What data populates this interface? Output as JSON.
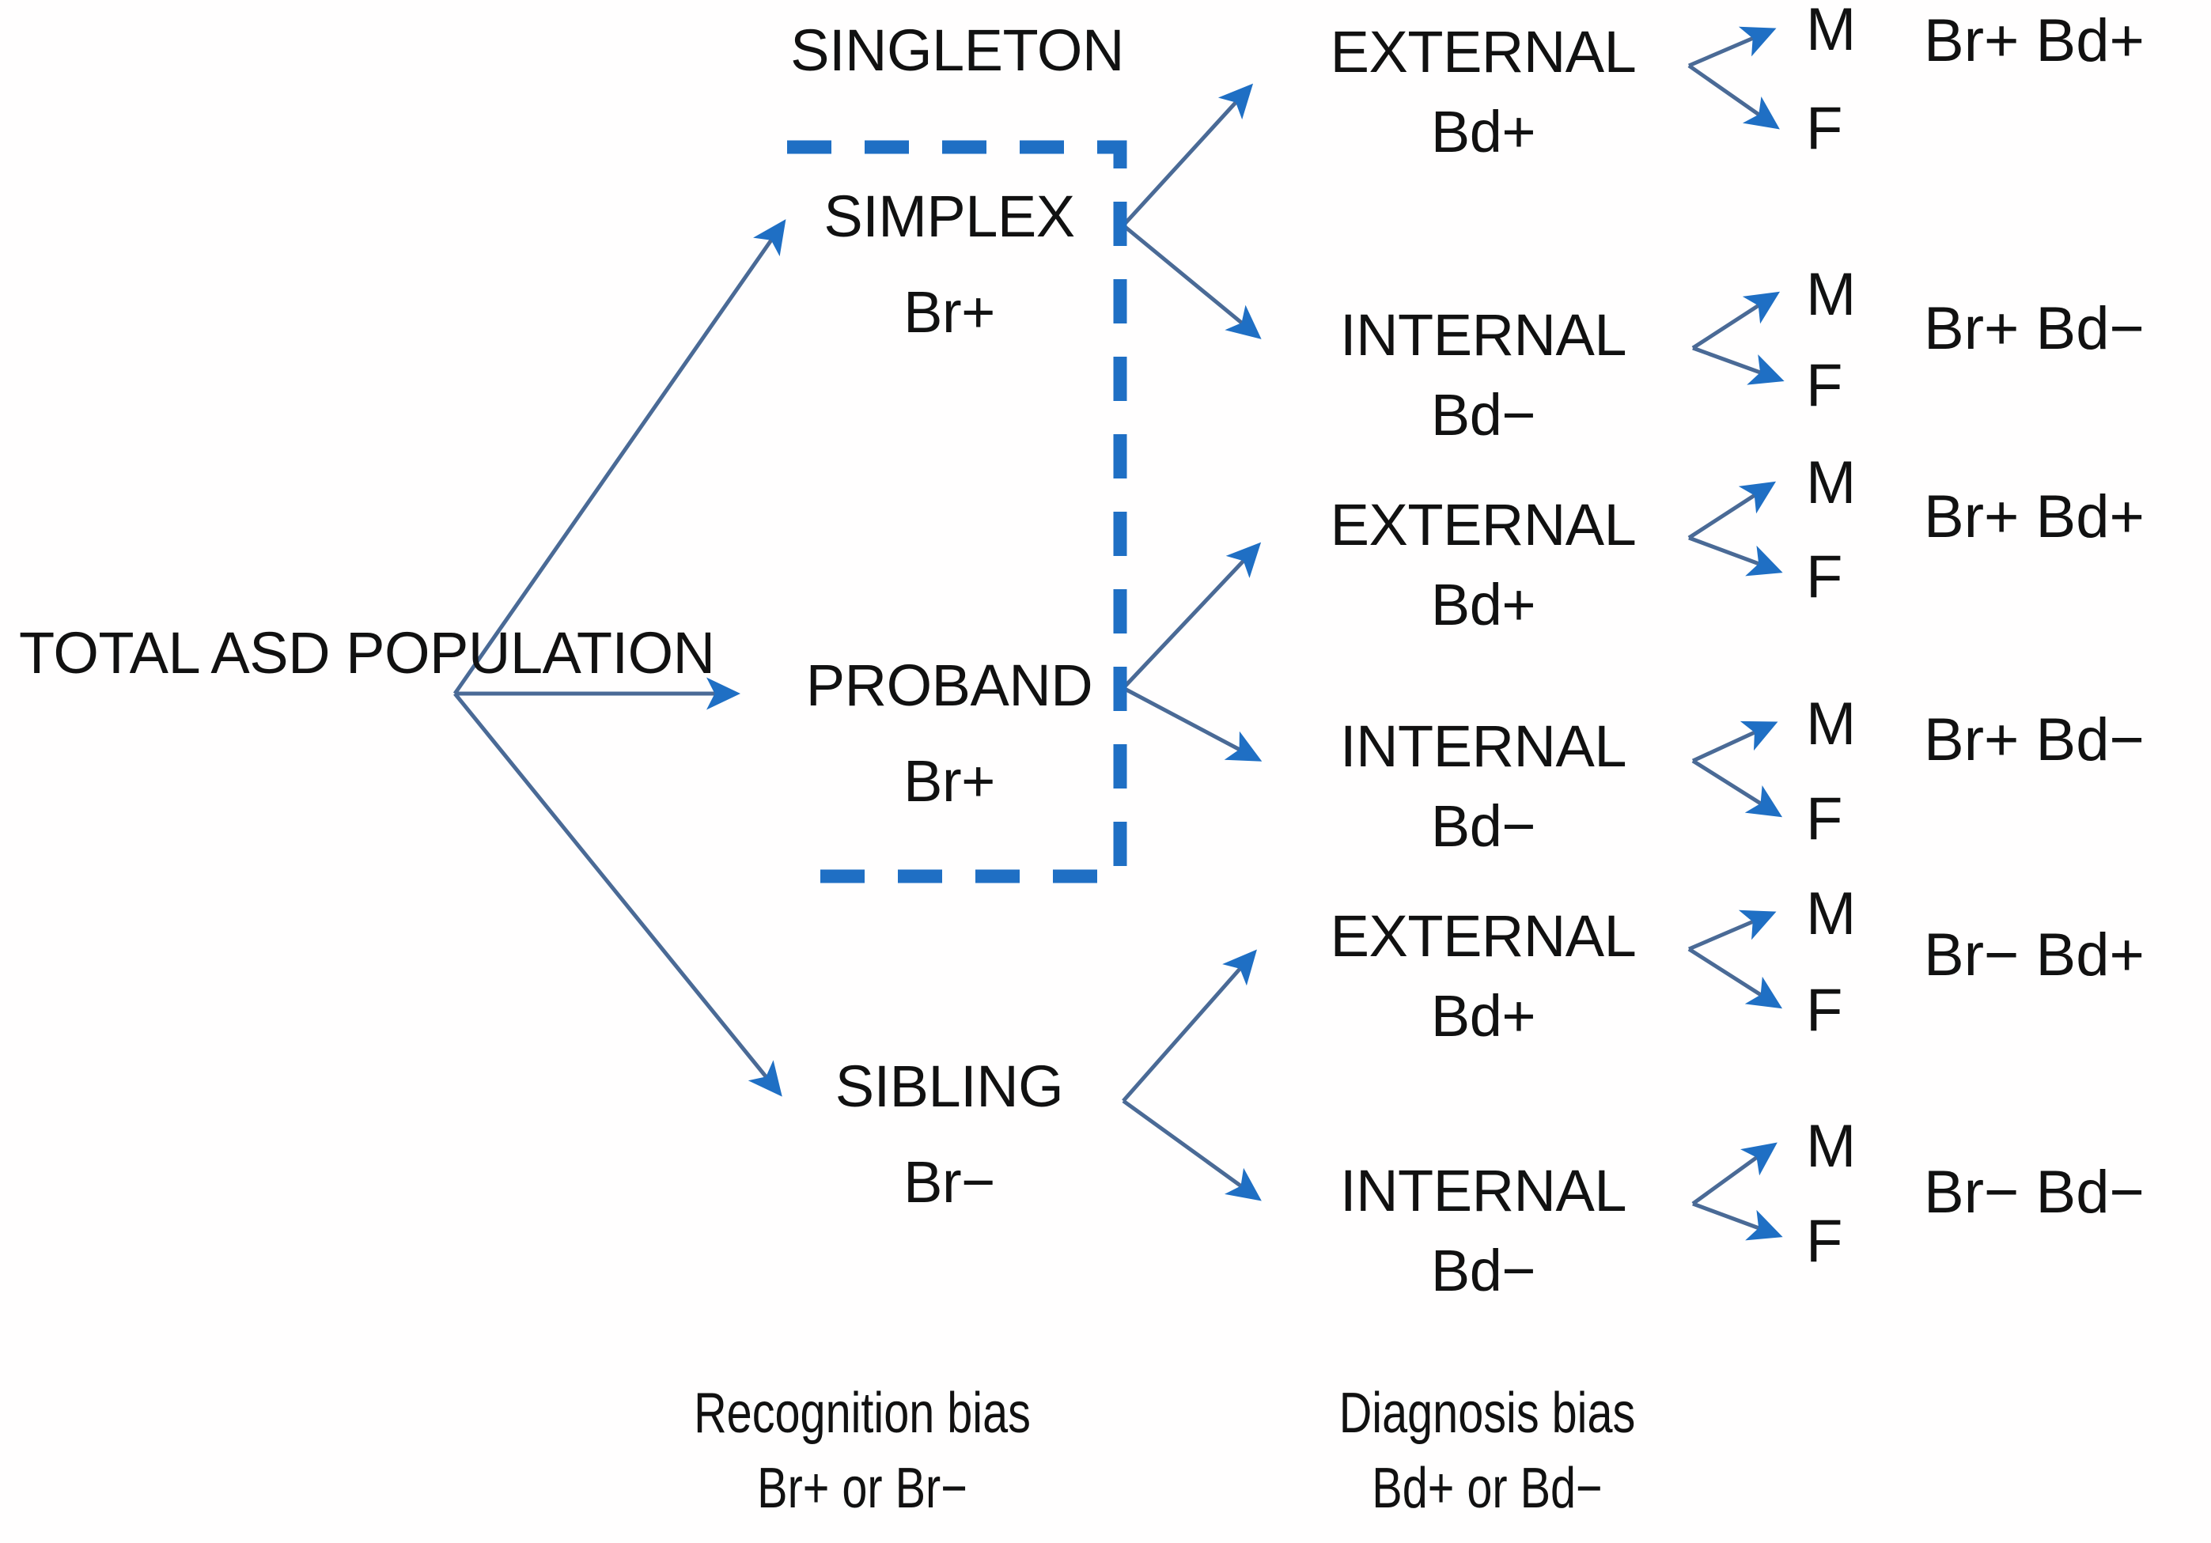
{
  "diagram": {
    "title": "ASD population recognition and diagnosis bias classification tree",
    "colors": {
      "arrow_line": "#4a6a96",
      "arrow_head": "#1f6fc4",
      "dashed_box": "#1f6fc4",
      "text": "#111111",
      "background": "#ffffff"
    },
    "root": {
      "line1": "TOTAL ASD",
      "line2": "POPULATION"
    },
    "group_label": "SINGLETON",
    "recognition_level": [
      {
        "name": "SIMPLEX",
        "marker": "Br+"
      },
      {
        "name": "PROBAND",
        "marker": "Br+"
      },
      {
        "name": "SIBLING",
        "marker": "Br−"
      }
    ],
    "diagnosis_level": [
      {
        "name": "EXTERNAL",
        "marker": "Bd+"
      },
      {
        "name": "INTERNAL",
        "marker": "Bd−"
      },
      {
        "name": "EXTERNAL",
        "marker": "Bd+"
      },
      {
        "name": "INTERNAL",
        "marker": "Bd−"
      },
      {
        "name": "EXTERNAL",
        "marker": "Bd+"
      },
      {
        "name": "INTERNAL",
        "marker": "Bd−"
      }
    ],
    "sex_pairs": [
      {
        "male": "M",
        "female": "F"
      },
      {
        "male": "M",
        "female": "F"
      },
      {
        "male": "M",
        "female": "F"
      },
      {
        "male": "M",
        "female": "F"
      },
      {
        "male": "M",
        "female": "F"
      },
      {
        "male": "M",
        "female": "F"
      }
    ],
    "outcomes": [
      "Br+ Bd+",
      "Br+ Bd−",
      "Br+ Bd+",
      "Br+ Bd−",
      "Br− Bd+",
      "Br− Bd−"
    ],
    "bias_legends": [
      {
        "line1": "Recognition bias",
        "line2": "Br+ or Br−"
      },
      {
        "line1": "Diagnosis bias",
        "line2": "Bd+ or Bd−"
      }
    ]
  }
}
